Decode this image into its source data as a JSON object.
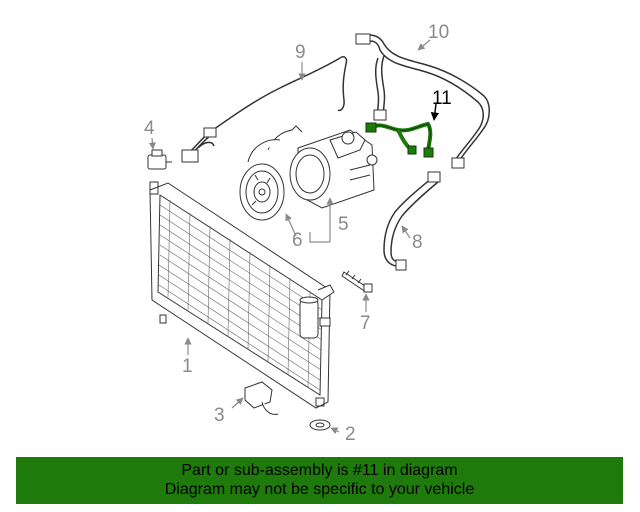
{
  "callouts": {
    "c1": "1",
    "c2": "2",
    "c3": "3",
    "c4": "4",
    "c5": "5",
    "c6": "6",
    "c7": "7",
    "c8": "8",
    "c9": "9",
    "c10": "10",
    "c11": "11"
  },
  "banner": {
    "line1": "Part or sub-assembly is #11 in diagram",
    "line2": "Diagram may not be specific to your vehicle"
  },
  "colors": {
    "banner_bg": "#1e7a0a",
    "highlight_part": "#1e7a0a",
    "line_art": "#333333",
    "callout_text": "#8a8a8a"
  },
  "highlighted_part": "11"
}
